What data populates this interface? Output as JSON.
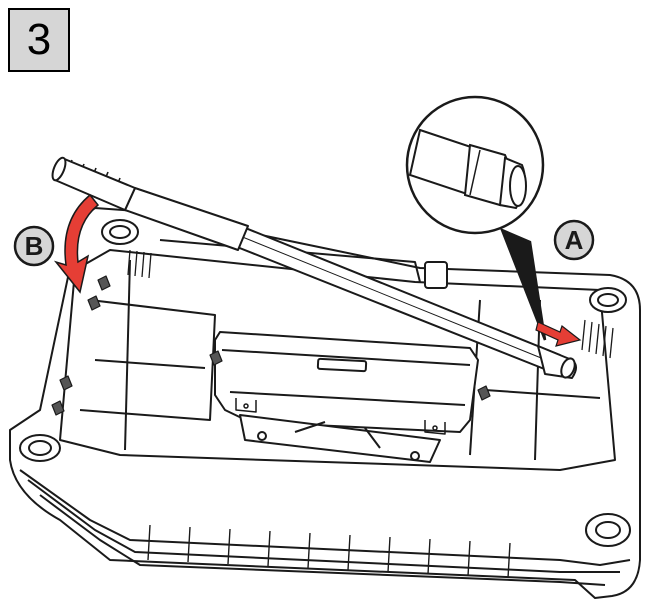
{
  "step": {
    "number": "3"
  },
  "callouts": {
    "a": "A",
    "b": "B"
  },
  "colors": {
    "arrow_red": "#e53e35",
    "outline": "#1a1a1a",
    "step_box_fill": "#d6d6d6"
  },
  "icons": {
    "curved_arrow": "curved-red-arrow",
    "straight_arrow": "straight-red-arrow",
    "magnifier": "magnifier-circle"
  }
}
